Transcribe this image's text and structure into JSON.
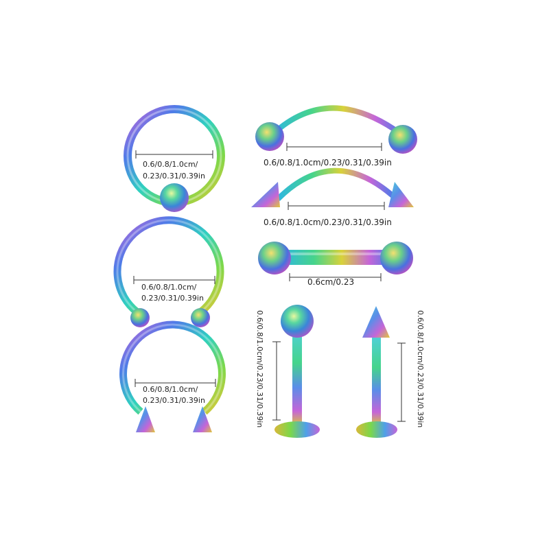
{
  "labels": {
    "captive_ring": [
      "0.6/0.8/1.0cm/",
      "0.23/0.31/0.39in"
    ],
    "horseshoe_ball": [
      "0.6/0.8/1.0cm/",
      "0.23/0.31/0.39in"
    ],
    "horseshoe_spike": [
      "0.6/0.8/1.0cm/",
      "0.23/0.31/0.39in"
    ],
    "curved_ball": "0.6/0.8/1.0cm/0.23/0.31/0.39in",
    "curved_spike": "0.6/0.8/1.0cm/0.23/0.31/0.39in",
    "barbell": "0.6cm/0.23",
    "labret_ball": "0.6/0.8/1.0cm/0.23/0.31/0.39in",
    "labret_spike": "0.6/0.8/1.0cm/0.23/0.31/0.39in"
  },
  "colors": {
    "rainbow": [
      "#2fb7e0",
      "#46d48b",
      "#d8d23a",
      "#c565d8",
      "#4f7be8"
    ],
    "dimension_line": "#333333",
    "background": "#ffffff"
  }
}
